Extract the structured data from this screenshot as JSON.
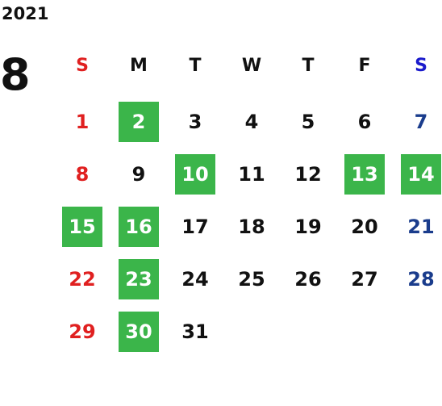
{
  "calendar": {
    "year": "2021",
    "month": "8",
    "weekdays": [
      "S",
      "M",
      "T",
      "W",
      "T",
      "F",
      "S"
    ],
    "weeks": [
      [
        null,
        null,
        null,
        null,
        null,
        null,
        null
      ],
      [
        "1",
        "2",
        "3",
        "4",
        "5",
        "6",
        "7"
      ],
      [
        "8",
        "9",
        "10",
        "11",
        "12",
        "13",
        "14"
      ],
      [
        "15",
        "16",
        "17",
        "18",
        "19",
        "20",
        "21"
      ],
      [
        "22",
        "23",
        "24",
        "25",
        "26",
        "27",
        "28"
      ],
      [
        "29",
        "30",
        "31",
        null,
        null,
        null,
        null
      ]
    ],
    "highlighted_days": [
      "2",
      "10",
      "13",
      "14",
      "15",
      "16",
      "23",
      "30"
    ]
  },
  "colors": {
    "highlight_bg": "#3bb54a",
    "highlight_text": "#ffffff",
    "sunday": "#e02020",
    "saturday_header": "#1a1acc",
    "saturday": "#1a3c8c",
    "default_text": "#111111"
  }
}
